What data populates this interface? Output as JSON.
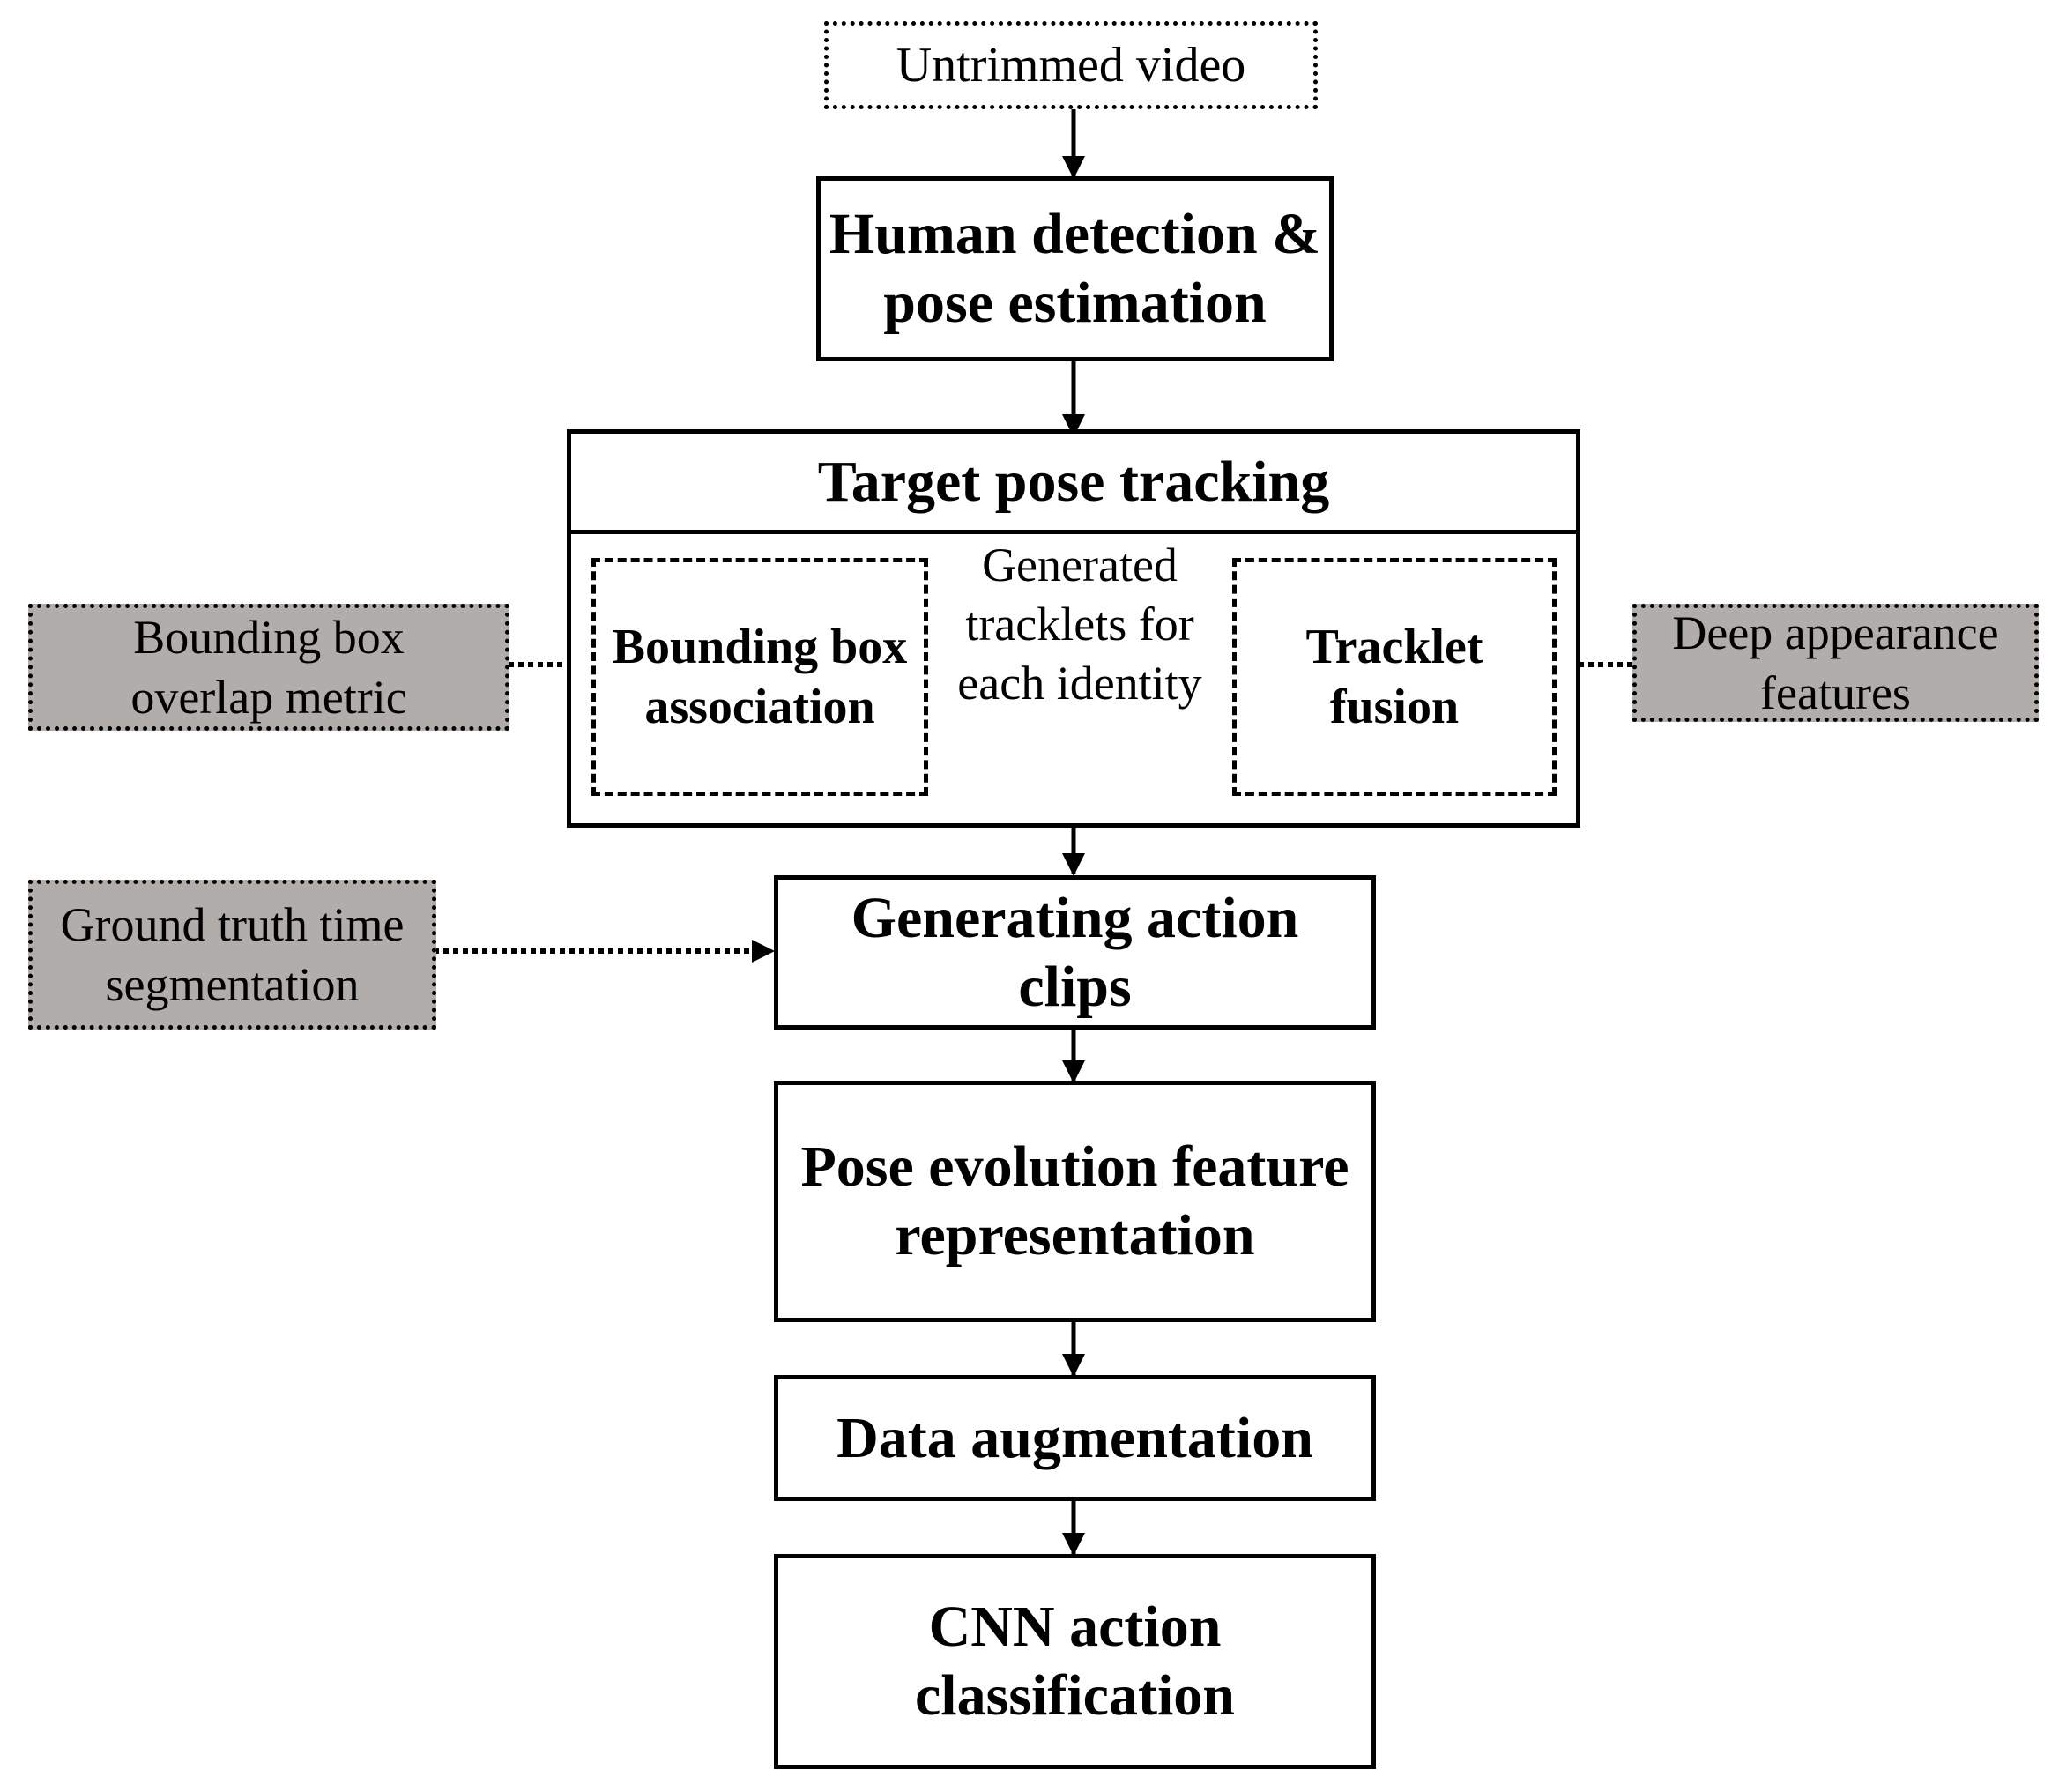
{
  "nodes": {
    "input": {
      "lines": [
        "Untrimmed video"
      ]
    },
    "detection": {
      "lines": [
        "Human detection &",
        "pose estimation"
      ]
    },
    "tracking": {
      "title": "Target pose tracking",
      "association": {
        "lines": [
          "Bounding box",
          "association"
        ]
      },
      "fusion": {
        "lines": [
          "Tracklet",
          "fusion"
        ]
      },
      "edge_label": {
        "lines": [
          "Generated",
          "tracklets for",
          "each identity"
        ]
      }
    },
    "clips": {
      "lines": [
        "Generating action",
        "clips"
      ]
    },
    "feature": {
      "lines": [
        "Pose evolution feature",
        "representation"
      ]
    },
    "augmentation": {
      "lines": [
        "Data augmentation"
      ]
    },
    "classification": {
      "lines": [
        "CNN action",
        "classification"
      ]
    }
  },
  "side_inputs": {
    "overlap_metric": {
      "lines": [
        "Bounding box",
        "overlap metric"
      ]
    },
    "appearance": {
      "lines": [
        "Deep appearance",
        "features"
      ]
    },
    "ground_truth": {
      "lines": [
        "Ground truth time",
        "segmentation"
      ]
    }
  },
  "colors": {
    "side_input_fill": "#b0adab",
    "stroke": "#000000"
  }
}
